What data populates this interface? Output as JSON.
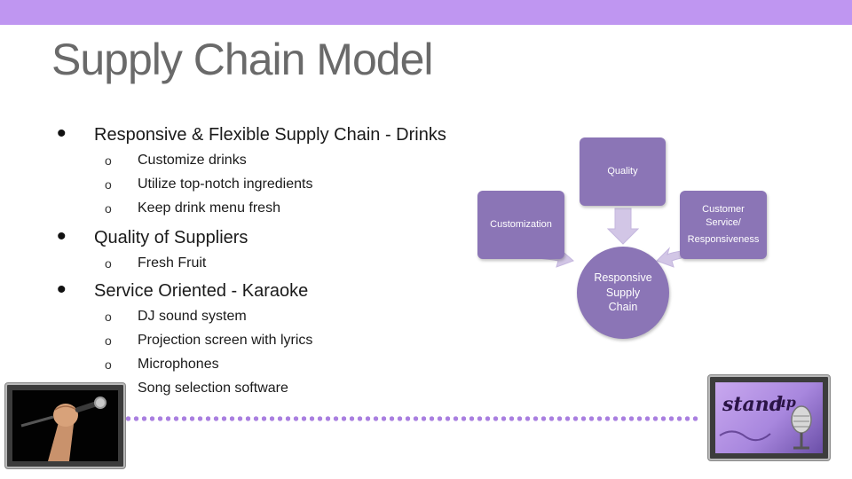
{
  "slide": {
    "title": "Supply Chain Model",
    "bullets": [
      {
        "text": "Responsive & Flexible Supply Chain - Drinks",
        "sub": [
          "Customize drinks",
          "Utilize top-notch ingredients",
          "Keep drink menu fresh"
        ]
      },
      {
        "text": "Quality of Suppliers",
        "sub": [
          "Fresh Fruit"
        ]
      },
      {
        "text": "Service Oriented - Karaoke",
        "sub": [
          "DJ sound system",
          "Projection screen with lyrics",
          "Microphones",
          "Song selection software"
        ]
      }
    ],
    "bullet_glyph": "•",
    "sub_glyph": "o"
  },
  "diagram": {
    "center": "Responsive Supply Chain",
    "nodes": {
      "customization": "Customization",
      "quality": "Quality",
      "customer_service_line1": "Customer",
      "customer_service_line2": "Service/",
      "customer_service_line3": "Responsiveness"
    },
    "colors": {
      "node": "#8b75b6",
      "arrow": "#d2c6e6"
    }
  },
  "images": {
    "left": "microphone-fist-photo",
    "right": "standup-logo-microphone",
    "logo_text": "standup"
  },
  "colors": {
    "topbar": "#bf96f1",
    "title": "#6a6a6a",
    "dots": "#a97fe0"
  }
}
